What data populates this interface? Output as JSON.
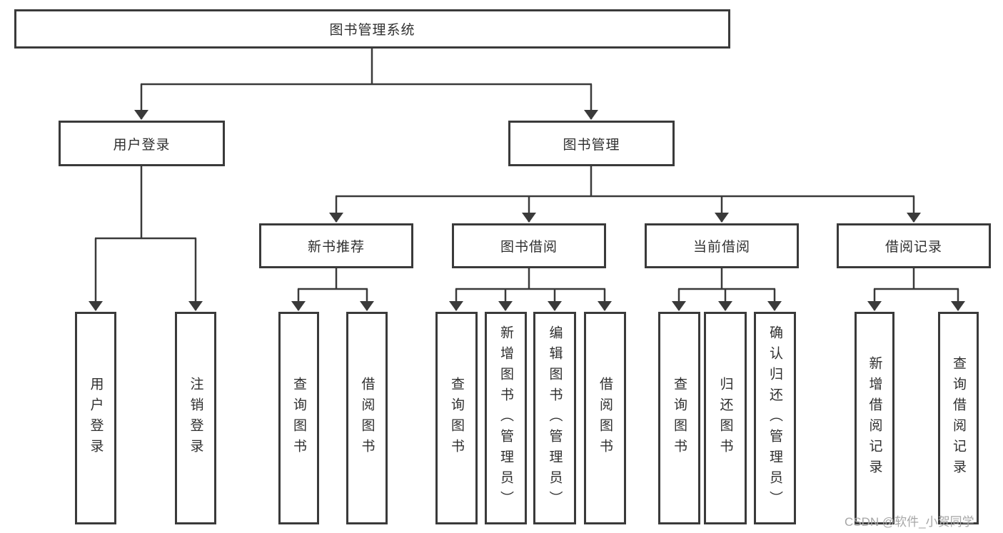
{
  "diagram": {
    "root": {
      "label": "图书管理系统"
    },
    "branches": [
      {
        "label": "用户登录",
        "children": [
          {
            "label": "用户登录"
          },
          {
            "label": "注销登录"
          }
        ]
      },
      {
        "label": "图书管理",
        "children": [
          {
            "label": "新书推荐",
            "children": [
              {
                "label": "查询图书"
              },
              {
                "label": "借阅图书"
              }
            ]
          },
          {
            "label": "图书借阅",
            "children": [
              {
                "label": "查询图书"
              },
              {
                "label": "新增图书（管理员）"
              },
              {
                "label": "编辑图书（管理员）"
              },
              {
                "label": "借阅图书"
              }
            ]
          },
          {
            "label": "当前借阅",
            "children": [
              {
                "label": "查询图书"
              },
              {
                "label": "归还图书"
              },
              {
                "label": "确认归还（管理员）"
              }
            ]
          },
          {
            "label": "借阅记录",
            "children": [
              {
                "label": "新增借阅记录"
              },
              {
                "label": "查询借阅记录"
              }
            ]
          }
        ]
      }
    ],
    "watermark": "CSDN @软件_小贺同学",
    "colors": {
      "line": "#3a3a3a",
      "text": "#2f2f2f",
      "background": "#ffffff",
      "watermark": "#a6a6a6"
    }
  }
}
